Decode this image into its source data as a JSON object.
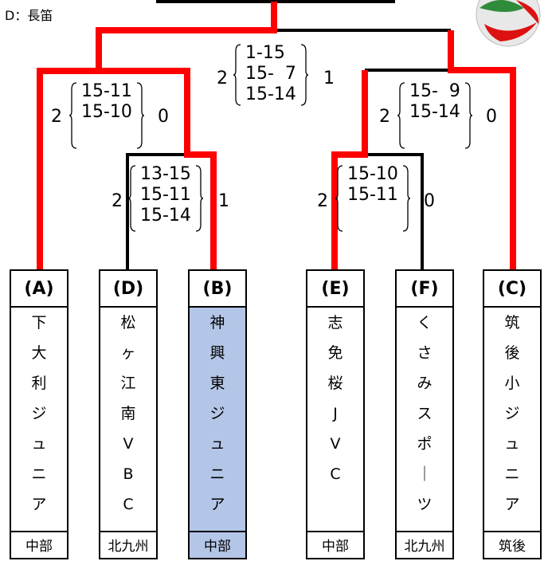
{
  "note": "D：長笛",
  "colors": {
    "winner": "#ff0000",
    "line": "#000000",
    "highlight": "#b4c6e7"
  },
  "teams": [
    {
      "letter": "(A)",
      "name_chars": [
        "下",
        "大",
        "利",
        "ジ",
        "ュ",
        "ニ",
        "ア"
      ],
      "region": "中部",
      "highlight": false
    },
    {
      "letter": "(D)",
      "name_chars": [
        "松",
        "ヶ",
        "江",
        "南",
        "V",
        "B",
        "C"
      ],
      "region": "北九州",
      "highlight": false
    },
    {
      "letter": "(B)",
      "name_chars": [
        "神",
        "興",
        "東",
        "ジ",
        "ュ",
        "ニ",
        "ア"
      ],
      "region": "中部",
      "highlight": true
    },
    {
      "letter": "(E)",
      "name_chars": [
        "志",
        "免",
        "桜",
        "J",
        "V",
        "C"
      ],
      "region": "中部",
      "highlight": false
    },
    {
      "letter": "(F)",
      "name_chars": [
        "く",
        "さ",
        "み",
        "ス",
        "ポ",
        "｜",
        "ツ"
      ],
      "region": "北九州",
      "highlight": false
    },
    {
      "letter": "(C)",
      "name_chars": [
        "筑",
        "後",
        "小",
        "ジ",
        "ュ",
        "ニ",
        "ア"
      ],
      "region": "筑後",
      "highlight": false
    }
  ],
  "matches": {
    "final": {
      "left_sets": "2",
      "right_sets": "1",
      "scores": [
        "1-15",
        "15-  7",
        "15-14"
      ]
    },
    "left_semi": {
      "left_sets": "2",
      "right_sets": "0",
      "scores": [
        "15-11",
        "15-10"
      ]
    },
    "left_first": {
      "left_sets": "2",
      "right_sets": "1",
      "scores": [
        "13-15",
        "15-11",
        "15-14"
      ]
    },
    "right_semi": {
      "left_sets": "2",
      "right_sets": "0",
      "scores": [
        "15-  9",
        "15-14"
      ]
    },
    "right_first": {
      "left_sets": "2",
      "right_sets": "0",
      "scores": [
        "15-10",
        "15-11"
      ]
    }
  }
}
